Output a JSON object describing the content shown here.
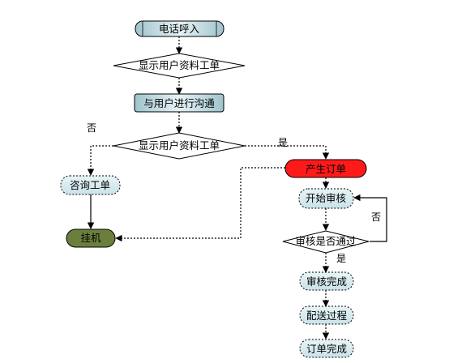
{
  "nodes": {
    "call_in": "电话呼入",
    "show_info_1": "显示用户资料工单",
    "communicate": "与用户进行沟通",
    "show_info_2": "显示用户资料工单",
    "consult_order": "咨询工单",
    "hang_up": "挂机",
    "create_order": "产生订单",
    "start_review": "开始审核",
    "review_passed": "审核是否通过",
    "review_done": "审核完成",
    "delivery": "配送过程",
    "order_done": "订单完成"
  },
  "edge_labels": {
    "no_left": "否",
    "yes_right": "是",
    "review_no": "否",
    "review_yes": "是"
  },
  "colors": {
    "process_fill": "#cfe6ec",
    "process_fill_dark": "#9fc3cc",
    "red_fill": "#ff1a1a",
    "green_fill": "#6b7f3c",
    "line": "#000000",
    "text": "#000000"
  }
}
